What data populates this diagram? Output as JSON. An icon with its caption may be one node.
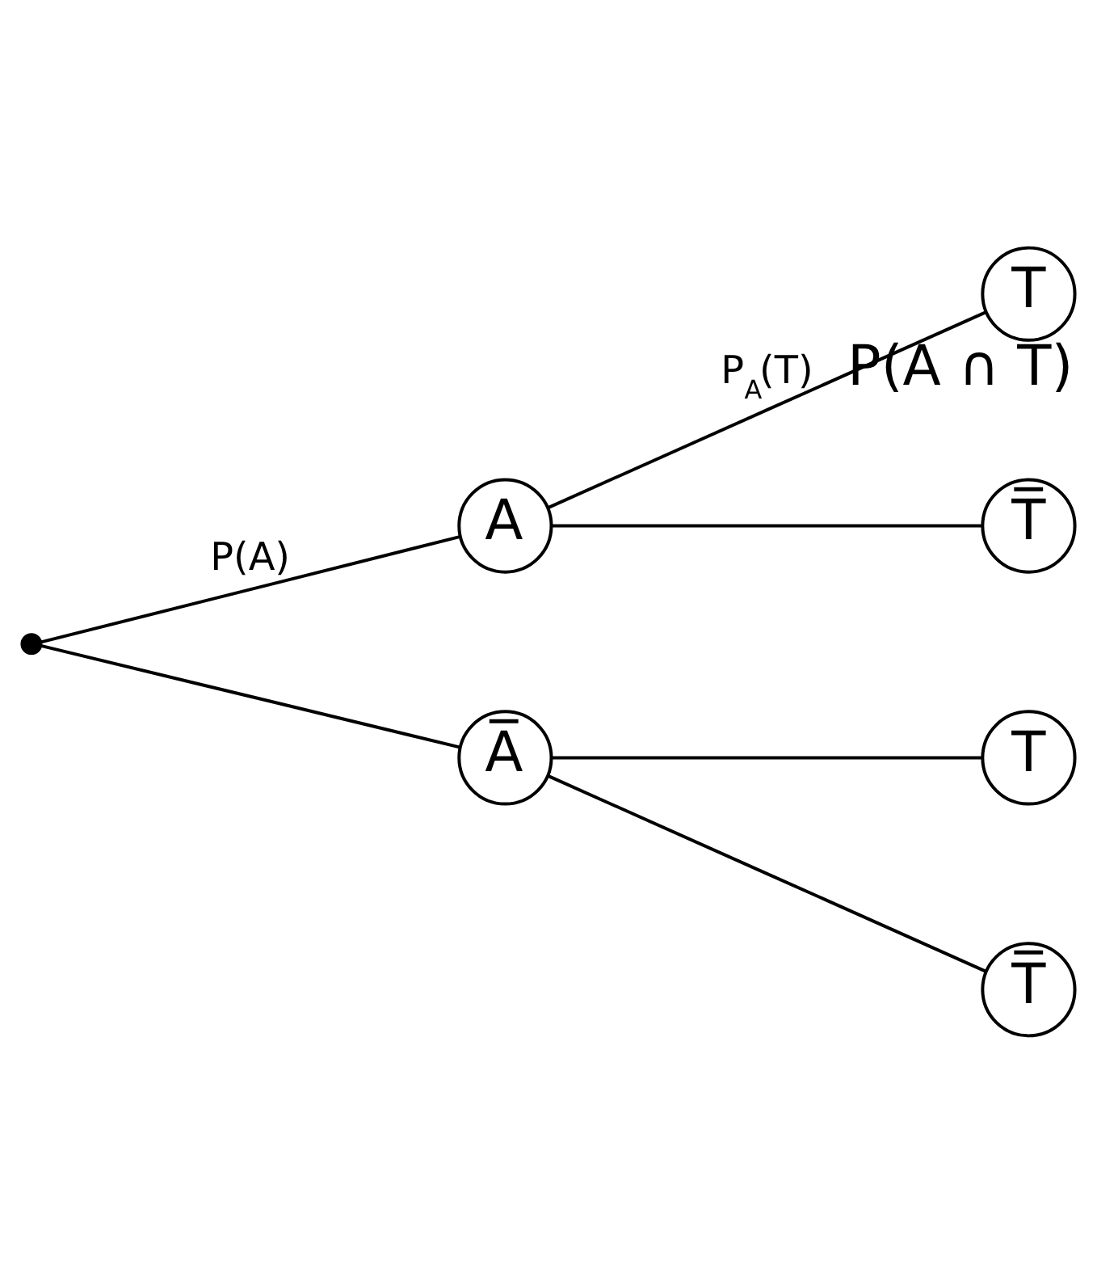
{
  "diagram": {
    "nodes": [
      {
        "text": [],
        "shape": "point"
      },
      {
        "text": [
          "A"
        ]
      },
      {
        "text": [
          "T"
        ],
        "beside": [
          "P(A ∩ T)"
        ]
      },
      {
        "text": [
          "T̅"
        ]
      },
      {
        "text": [
          "A̅"
        ]
      },
      {
        "text": [
          "T"
        ]
      },
      {
        "text": [
          "T̅"
        ]
      }
    ],
    "edges": [
      {
        "from": 0,
        "to": 1,
        "arrow": "none",
        "label": "P(A)"
      },
      {
        "from": 1,
        "to": 2,
        "arrow": "none",
        "label": "P$_{A}$(T)"
      },
      {
        "from": 1,
        "to": 3,
        "arrow": "none"
      },
      {
        "from": 0,
        "to": 4,
        "arrow": "none"
      },
      {
        "from": 4,
        "to": 5,
        "arrow": "none"
      },
      {
        "from": 4,
        "to": 6,
        "arrow": "none"
      }
    ]
  }
}
